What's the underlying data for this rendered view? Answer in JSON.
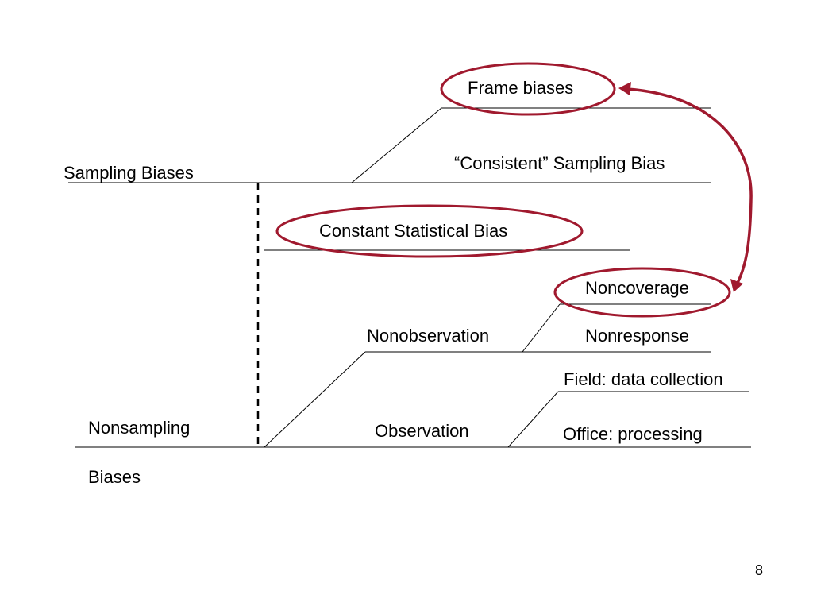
{
  "diagram": {
    "labels": {
      "frame_biases": "Frame biases",
      "consistent_sampling_bias": "“Consistent” Sampling Bias",
      "sampling_biases": "Sampling Biases",
      "constant_statistical_bias": "Constant Statistical Bias",
      "noncoverage": "Noncoverage",
      "nonobservation": "Nonobservation",
      "nonresponse": "Nonresponse",
      "field_data_collection": "Field: data collection",
      "nonsampling": "Nonsampling",
      "observation": "Observation",
      "office_processing": "Office: processing",
      "biases": "Biases"
    },
    "colors": {
      "line": "#000000",
      "highlight": "#A0192E"
    }
  },
  "page_number": "8"
}
